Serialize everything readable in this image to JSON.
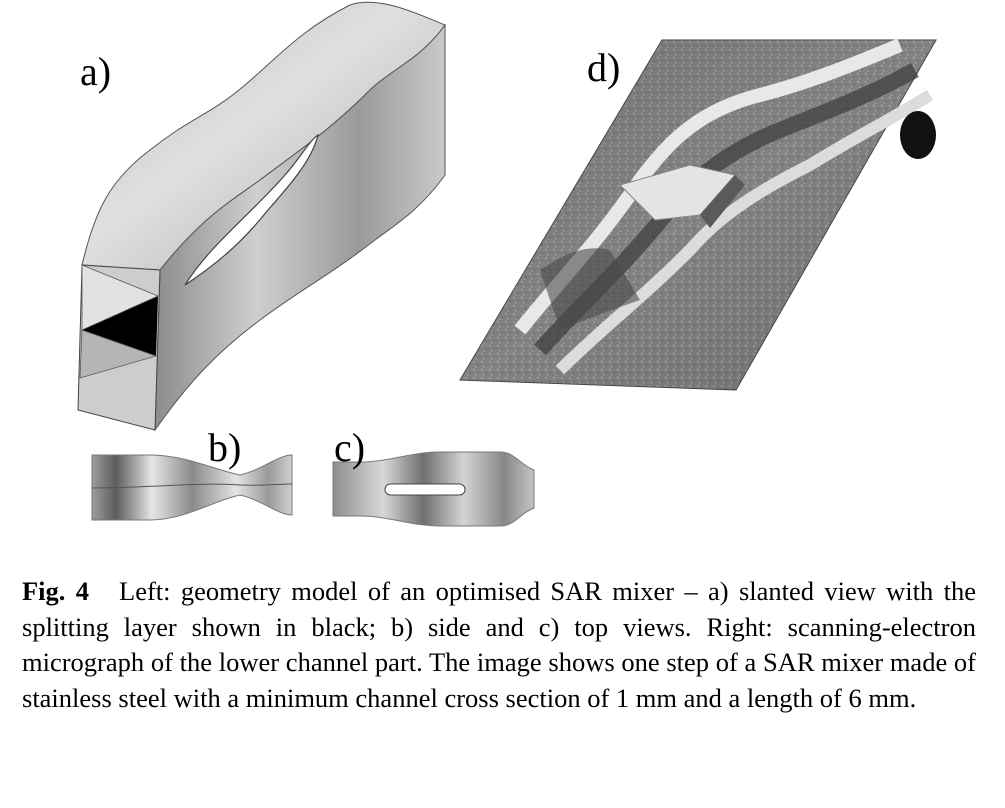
{
  "figure": {
    "panel_labels": {
      "a": "a)",
      "b": "b)",
      "c": "c)",
      "d": "d)"
    },
    "caption_label": "Fig. 4",
    "caption_text": "Left: geometry model of an optimised SAR mixer – a) slanted view with the splitting layer shown in black; b) side and c) top views. Right: scanning-electron micrograph of the lower channel part. The image shows one step of a SAR mixer made of stainless steel with a minimum channel cross section of 1 mm and a length of 6 mm."
  },
  "colors": {
    "metal_light": "#d9d9d9",
    "metal_mid": "#a8a8a8",
    "metal_dark": "#6a6a6a",
    "splitting_layer": "#000000",
    "background": "#ffffff"
  }
}
